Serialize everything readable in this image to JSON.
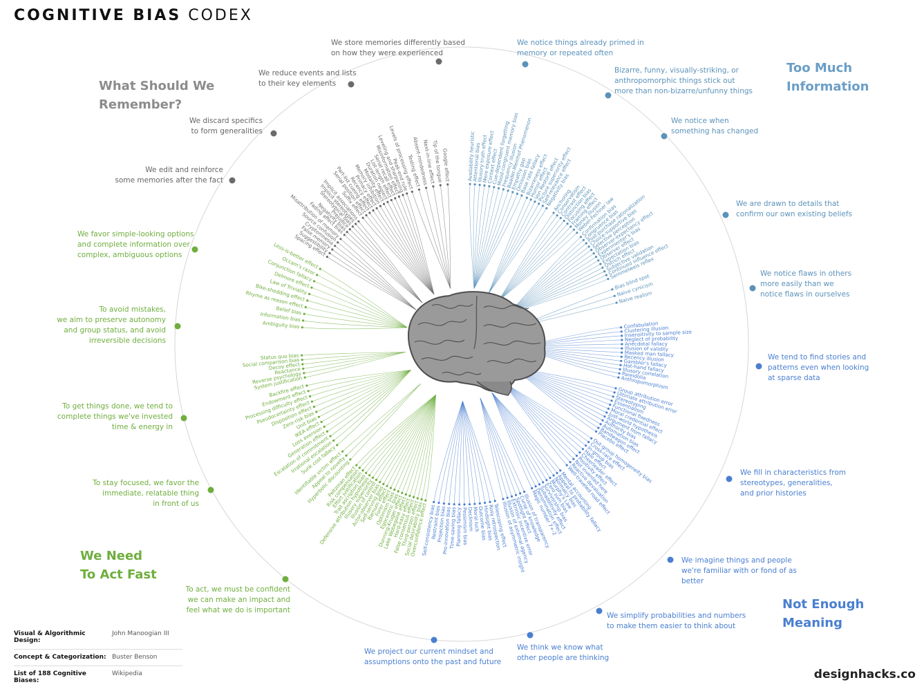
{
  "title": {
    "bold": "COGNITIVE BIAS",
    "light": "CODEX"
  },
  "quadrants": {
    "remember": "What Should We\nRemember?",
    "info": "Too Much\nInformation",
    "fast": "We Need\nTo Act Fast",
    "meaning": "Not Enough\nMeaning"
  },
  "categories": {
    "mem_diff": "We store memories differently based\non how they were experienced",
    "mem_reduce": "We reduce events and lists\nto their key elements",
    "mem_discard": "We discard specifics\nto form generalities",
    "mem_edit": "We edit and reinforce\nsome memories after the fact",
    "info_primed": "We notice things already primed in\nmemory or repeated often",
    "info_bizarre": "Bizarre, funny, visually-striking, or\nanthropomorphic things stick out\nmore than non-bizarre/unfunny things",
    "info_change": "We notice when\nsomething has changed",
    "info_confirm": "We are drawn to details that\nconfirm our own existing beliefs",
    "info_flaws": "We notice flaws in others\nmore easily than we\nnotice flaws in ourselves",
    "fast_simple": "We favor simple-looking options\nand complete information over\ncomplex, ambiguous options",
    "fast_avoid": "To avoid mistakes,\nwe aim to preserve autonomy\nand group status, and avoid\nirreversible decisions",
    "fast_done": "To get things done, we tend to\ncomplete things we've invested\ntime & energy in",
    "fast_focus": "To stay focused, we favor the\nimmediate, relatable thing\nin front of us",
    "fast_confident": "To act, we must be confident\nwe can make an impact and\nfeel what we do is important",
    "mean_stories": "We tend to find stories and\npatterns even when looking\nat sparse data",
    "mean_fill": "We fill in characteristics from\nstereotypes, generalities,\nand prior histories",
    "mean_imagine": "We imagine things and people\nwe're familiar with or fond of as\nbetter",
    "mean_simplify": "We simplify probabilities and numbers\nto make them easier to think about",
    "mean_think": "We think we know what\nother people are thinking",
    "mean_project": "We project our current mindset and\nassumptions onto the past and future"
  },
  "biases": {
    "mem_diff": [
      "Levels of processing effect",
      "Testing effect",
      "Absent-mindedness",
      "Next-in-line effect",
      "Tip of the tongue",
      "Google effect"
    ],
    "mem_reduce": [
      "Suffix effect",
      "Serial position effect",
      "Part-list cueing effect",
      "Recency effect",
      "Primacy effect",
      "Memory inhibition",
      "Modality effect",
      "Duration neglect",
      "List-length effect",
      "Serial recall effect",
      "Misinformation effect",
      "Leveling and sharpening",
      "Peak-end rule"
    ],
    "mem_discard": [
      "Fading affect bias",
      "Negativity bias",
      "Prejudice",
      "Stereotypical bias",
      "Implicit stereotypes",
      "Implicit associations"
    ],
    "mem_edit": [
      "Spacing effect",
      "Suggestibility",
      "False memory",
      "Cryptomnesia",
      "Source confusion",
      "Misattribution of memory"
    ],
    "info_primed": [
      "Availability heuristic",
      "Attentional bias",
      "Illusory truth effect",
      "Mere exposure effect",
      "Context effect",
      "Cue-dependent forgetting",
      "Mood-congruent memory bias",
      "Frequency illusion",
      "Baader-Meinhof Phenomenon",
      "Empathy gap",
      "Omission bias",
      "Base rate fallacy"
    ],
    "info_bizarre": [
      "Bizarreness effect",
      "Humor effect",
      "Von Restorff effect",
      "Picture superiority effect",
      "Self-relevance effect",
      "Negativity bias"
    ],
    "info_change": [
      "Anchoring",
      "Conservatism",
      "Contrast effect",
      "Distinction bias",
      "Focusing effect",
      "Framing effect",
      "Money illusion",
      "Weber-Fechner law"
    ],
    "info_confirm": [
      "Confirmation bias",
      "Congruence bias",
      "Post-purchase rationalization",
      "Choice-supportive bias",
      "Selective perception",
      "Observer-expectancy effect",
      "Experimenter's bias",
      "Observer effect",
      "Expectation bias",
      "Ostrich effect",
      "Subjective validation",
      "Continued influence effect",
      "Semmelweis reflex"
    ],
    "info_flaws": [
      "Bias blind spot",
      "Naive cynicism",
      "Naive realism"
    ],
    "mean_stories": [
      "Confabulation",
      "Clustering illusion",
      "Insensitivity to sample size",
      "Neglect of probability",
      "Anecdotal fallacy",
      "Illusion of validity",
      "Masked man fallacy",
      "Recency illusion",
      "Gambler's fallacy",
      "Hot-hand fallacy",
      "Illusory correlation",
      "Pareidolia",
      "Anthropomorphism"
    ],
    "mean_fill": [
      "Group attribution error",
      "Ultimate attribution error",
      "Stereotyping",
      "Essentialism",
      "Functional fixedness",
      "Moral credential effect",
      "Just-world hypothesis",
      "Argument from fallacy",
      "Authority bias",
      "Automation bias",
      "Bandwagon effect",
      "Placebo effect"
    ],
    "mean_imagine": [
      "Out-group homogeneity bias",
      "Cross-race effect",
      "In-group bias",
      "Halo effect",
      "Cheerleader effect",
      "Positivity effect",
      "Not invented here",
      "Reactive devaluation",
      "Well-traveled road effect"
    ],
    "mean_simplify": [
      "Mental accounting",
      "Appeal to probability fallacy",
      "Normalcy bias",
      "Murphy's Law",
      "Zero sum bias",
      "Survivorship bias",
      "Subadditivity effect",
      "Denomination effect",
      "Magic number 7+-2"
    ],
    "mean_think": [
      "Illusion of transparency",
      "Curse of knowledge",
      "Spotlight effect",
      "Extrinsic incentive error",
      "Illusion of external agency",
      "Illusion of asymmetric insight"
    ],
    "mean_project": [
      "Telescoping effect",
      "Rosy retrospection",
      "Hindsight bias",
      "Outcome bias",
      "Moral luck",
      "Declinism",
      "Pessimism bias",
      "Planning fallacy",
      "Time-saving bias",
      "Pro-innovation bias",
      "Projection bias",
      "Restraint bias",
      "Self-consistency bias"
    ],
    "fast_confident": [
      "Overconfidence effect",
      "Social desirability bias",
      "Third-person effect",
      "False consensus effect",
      "Hard-easy effect",
      "Lake Wobegone effect",
      "Dunning-Kruger effect",
      "Egocentric bias",
      "Optimism bias",
      "Forer effect",
      "Barnum effect",
      "Self-serving bias",
      "Actor-observer bias",
      "Illusion of control",
      "Illusory superiority",
      "Defensive attribution hypothesis",
      "Trait ascription bias",
      "Effort justification",
      "Risk compensation",
      "Peltzman effect"
    ],
    "fast_focus": [
      "Hyperbolic discounting",
      "Appeal to novelty",
      "Identifiable victim effect"
    ],
    "fast_done": [
      "Sunk cost fallacy",
      "Irrational escalation",
      "Escalation of commitment",
      "Generation effect",
      "Loss aversion",
      "IKEA effect",
      "Unit bias",
      "Zero-risk bias",
      "Disposition effect",
      "Pseudocertainty effect",
      "Processing difficulty effect",
      "Endowment effect",
      "Backfire effect"
    ],
    "fast_avoid": [
      "System justification",
      "Reverse psychology",
      "Reactance",
      "Decoy effect",
      "Social comparison bias",
      "Status quo bias"
    ],
    "fast_simple": [
      "Ambiguity bias",
      "Information bias",
      "Belief bias",
      "Rhyme as reason effect",
      "Bike-shedding effect",
      "Law of Triviality",
      "Delmore effect",
      "Conjunction fallacy",
      "Occam's razor",
      "Less-is-better effect"
    ]
  },
  "colors": {
    "gray": "#6b6b6b",
    "blue": "#5b92ba",
    "green": "#6fae3e",
    "navy": "#4a7fd0",
    "ring": "#d6d6d6"
  },
  "credits": [
    {
      "label": "Visual & Algorithmic Design:",
      "value": "John Manoogian III"
    },
    {
      "label": "Concept & Categorization:",
      "value": "Buster Benson"
    },
    {
      "label": "List of 188 Cognitive Biases:",
      "value": "Wikipedia"
    }
  ],
  "brand": "designhacks.co"
}
